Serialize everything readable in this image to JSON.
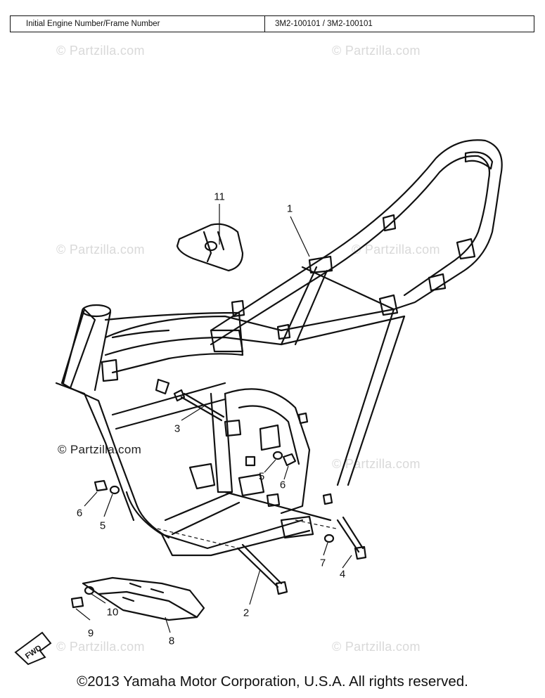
{
  "header": {
    "engine_label": "Initial Engine Number/Frame Number",
    "engine_value": "3M2-100101 / 3M2-100101"
  },
  "watermark": "© Partzilla.com",
  "fwd_label": "FWD",
  "callouts": {
    "c1": "1",
    "c2": "2",
    "c3": "3",
    "c4": "4",
    "c5a": "5",
    "c5b": "5",
    "c6a": "6",
    "c6b": "6",
    "c7": "7",
    "c8": "8",
    "c9": "9",
    "c10": "10",
    "c11": "11"
  },
  "footer": "©2013  Yamaha Motor Corporation, U.S.A. All rights reserved."
}
